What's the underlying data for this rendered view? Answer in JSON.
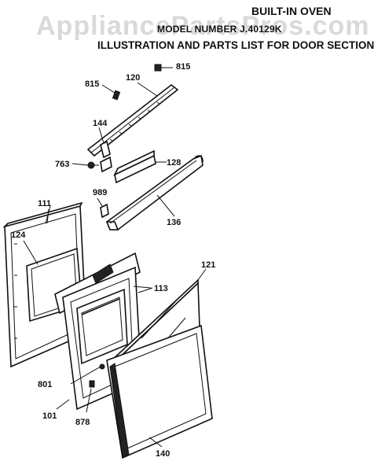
{
  "header": {
    "line1": "BUILT-IN OVEN",
    "line2": "MODEL NUMBER J.40129K",
    "line3": "ILLUSTRATION AND PARTS LIST FOR DOOR SECTION"
  },
  "watermark": "AppliancePartsPros.com",
  "callouts": [
    {
      "id": "c815a",
      "label": "815"
    },
    {
      "id": "c815b",
      "label": "815"
    },
    {
      "id": "c120",
      "label": "120"
    },
    {
      "id": "c144",
      "label": "144"
    },
    {
      "id": "c763",
      "label": "763"
    },
    {
      "id": "c128",
      "label": "128"
    },
    {
      "id": "c989",
      "label": "989"
    },
    {
      "id": "c136",
      "label": "136"
    },
    {
      "id": "c111",
      "label": "111"
    },
    {
      "id": "c124",
      "label": "124"
    },
    {
      "id": "c121",
      "label": "121"
    },
    {
      "id": "c113",
      "label": "113"
    },
    {
      "id": "c801",
      "label": "801"
    },
    {
      "id": "c101",
      "label": "101"
    },
    {
      "id": "c878",
      "label": "878"
    },
    {
      "id": "c140",
      "label": "140"
    }
  ]
}
